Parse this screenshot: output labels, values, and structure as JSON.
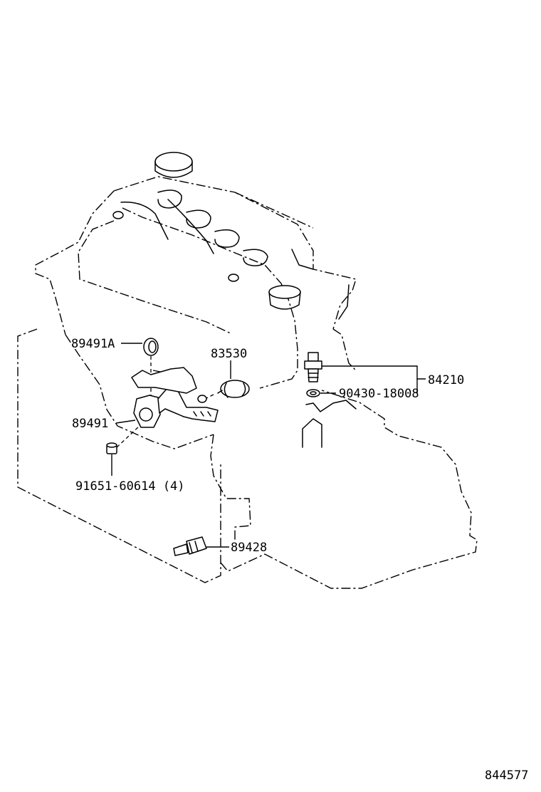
{
  "parts": {
    "p89491A": "89491A",
    "p83530": "83530",
    "p84210": "84210",
    "p90430": "90430-18008",
    "p89491": "89491",
    "p91651": "91651-60614 (4)",
    "p89428": "89428"
  },
  "illustration_id": "844577"
}
